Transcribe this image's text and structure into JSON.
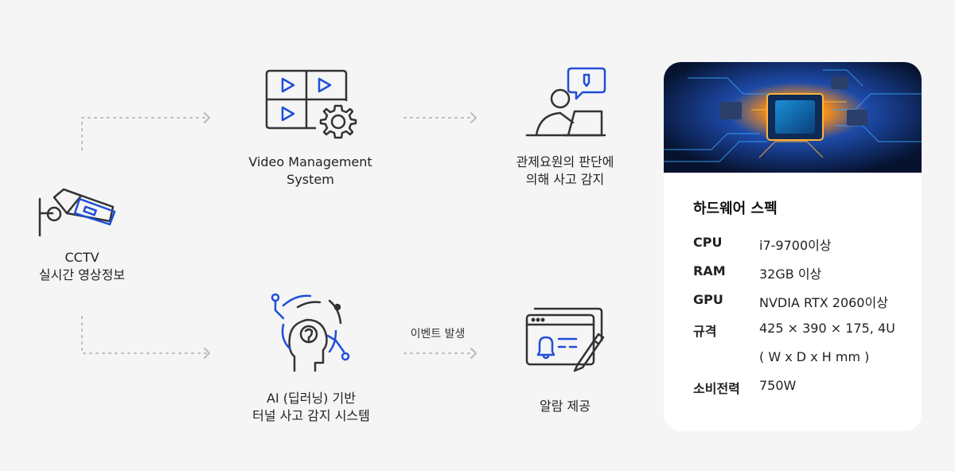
{
  "nodes": {
    "cctv": {
      "line1": "CCTV",
      "line2": "실시간 영상정보"
    },
    "vms": {
      "line1": "Video Management",
      "line2": "System"
    },
    "operator": {
      "line1": "관제요원의 판단에",
      "line2": "의해 사고 감지"
    },
    "ai": {
      "line1": "AI (딥러닝) 기반",
      "line2": "터널 사고 감지 시스템"
    },
    "alarm": {
      "line1": "알람 제공"
    }
  },
  "edges": {
    "event_label": "이벤트 발생"
  },
  "spec_card": {
    "title": "하드웨어 스펙",
    "rows": [
      {
        "key": "CPU",
        "value": "i7-9700이상"
      },
      {
        "key": "RAM",
        "value": "32GB 이상"
      },
      {
        "key": "GPU",
        "value": "NVDIA RTX 2060이상"
      },
      {
        "key": "규격",
        "value": "425 × 390 × 175, 4U"
      },
      {
        "key": "",
        "value": "( W x D x H mm )"
      },
      {
        "key": "소비전력",
        "value": "750W"
      }
    ]
  },
  "colors": {
    "accent": "#1f4fd8",
    "stroke": "#333333",
    "arrow": "#bbbbbb"
  },
  "icons": {
    "cctv": "cctv-camera-icon",
    "vms": "video-grid-gear-icon",
    "operator": "operator-laptop-icon",
    "ai": "ai-head-icon",
    "alarm": "alarm-bell-window-icon"
  }
}
